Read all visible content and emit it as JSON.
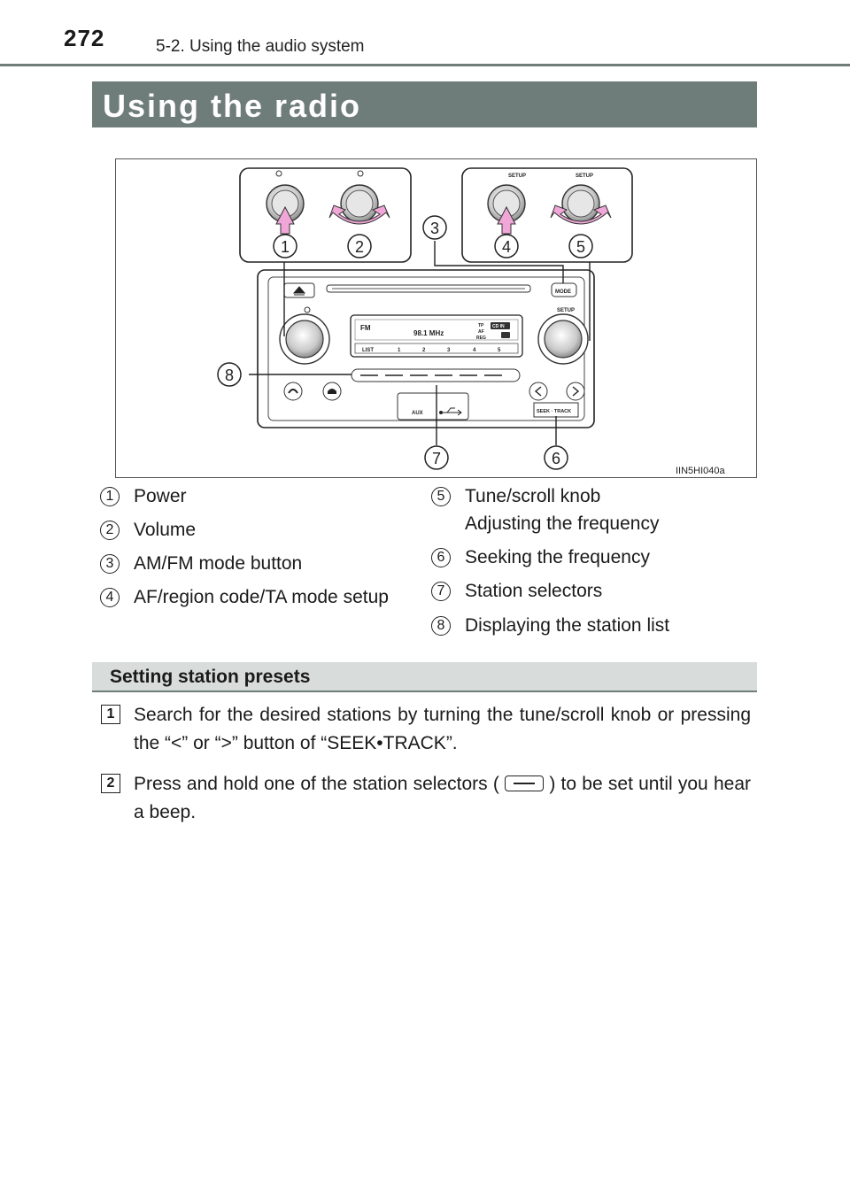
{
  "header": {
    "page_number": "272",
    "section": "5-2. Using the audio system"
  },
  "title": "Using the radio",
  "figure": {
    "code": "IIN5HI040a",
    "callouts": [
      "1",
      "2",
      "3",
      "4",
      "5",
      "6",
      "7",
      "8"
    ],
    "panel": {
      "knob_label_setup": "SETUP",
      "mode_button": "MODE",
      "seek_track": "SEEK · TRACK",
      "aux": "AUX",
      "display_band": "FM",
      "display_freq": "98.1 MHz",
      "display_flags": [
        "TP",
        "AF",
        "REG"
      ],
      "display_badge": "CD IN",
      "list_label": "LIST",
      "preset_numbers": [
        "1",
        "2",
        "3",
        "4",
        "5"
      ]
    }
  },
  "legend": [
    {
      "num": "1",
      "text": "Power",
      "text2": ""
    },
    {
      "num": "2",
      "text": "Volume",
      "text2": ""
    },
    {
      "num": "3",
      "text": "AM/FM mode button",
      "text2": ""
    },
    {
      "num": "4",
      "text": "AF/region code/TA mode setup",
      "text2": ""
    },
    {
      "num": "5",
      "text": "Tune/scroll knob",
      "text2": "Adjusting the frequency"
    },
    {
      "num": "6",
      "text": "Seeking the frequency",
      "text2": ""
    },
    {
      "num": "7",
      "text": "Station selectors",
      "text2": ""
    },
    {
      "num": "8",
      "text": "Displaying the station list",
      "text2": ""
    }
  ],
  "subsection": "Setting station presets",
  "steps": [
    {
      "num": "1",
      "text": "Search for the desired stations by turning the tune/scroll knob or pressing the “<” or “>” button of “SEEK•TRACK”."
    },
    {
      "num": "2",
      "text_before": "Press and hold one of the station selectors (",
      "text_after": ") to be set until you hear a beep."
    }
  ]
}
